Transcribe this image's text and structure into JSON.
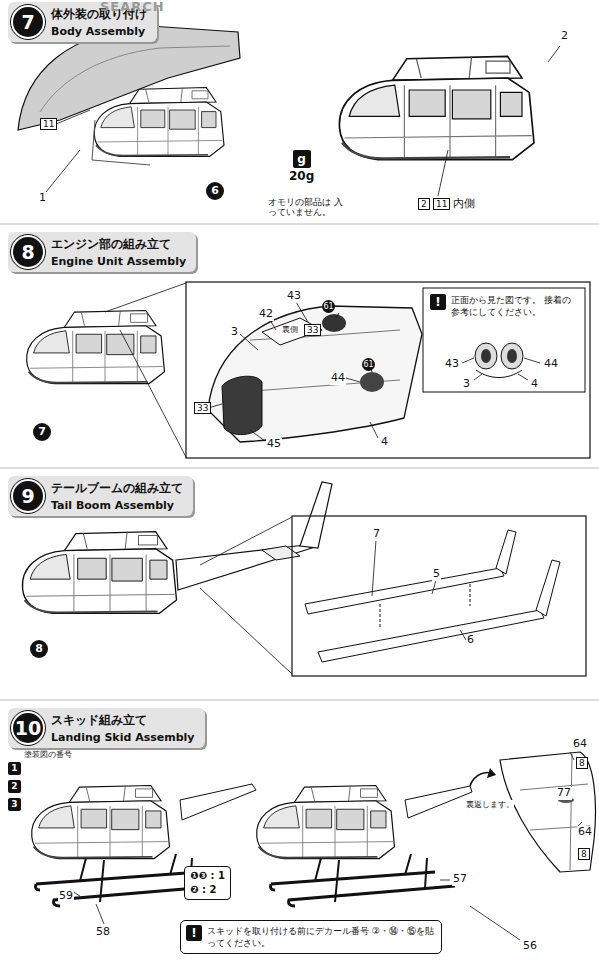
{
  "diagram": {
    "nodes": [
      {
        "text": [
          "7",
          "体外装の取り付け",
          "Body Assembly"
        ]
      },
      {
        "text": [
          "g",
          "20g"
        ]
      },
      {
        "text": [
          "8",
          "エンジン部の組み立て",
          "Engine Unit Assembly"
        ]
      },
      {
        "text": [
          "!",
          "正面から見た図です。 接着の参考にしてください。"
        ]
      },
      {
        "text": [
          "9",
          "テールブームの組み立て",
          "Tail Boom Assembly"
        ]
      },
      {
        "text": [
          "10",
          "スキッド組み立て",
          "Landing Skid Assembly"
        ]
      },
      {
        "text": [
          "❶❸ : 1",
          "❷ : 2"
        ]
      },
      {
        "text": [
          "!",
          "スキッドを取り付ける前にデカール番号 ②・⑭・⑮を貼ってください。"
        ]
      }
    ],
    "labels": [
      "SEARCH",
      "11",
      "1",
      "6",
      "オモリの部品は 入っていません。",
      "2",
      "2",
      "11",
      "内側",
      "7",
      "43",
      "61",
      "42",
      "裏側",
      "33",
      "3",
      "44",
      "61",
      "33",
      "45",
      "4",
      "43",
      "44",
      "3",
      "4",
      "8",
      "7",
      "5",
      "6",
      "1",
      "2",
      "3",
      "塗装図の番号",
      "59",
      "58",
      "57",
      "56",
      "64",
      "8",
      "77",
      "64",
      "8",
      "裏返します。"
    ]
  }
}
